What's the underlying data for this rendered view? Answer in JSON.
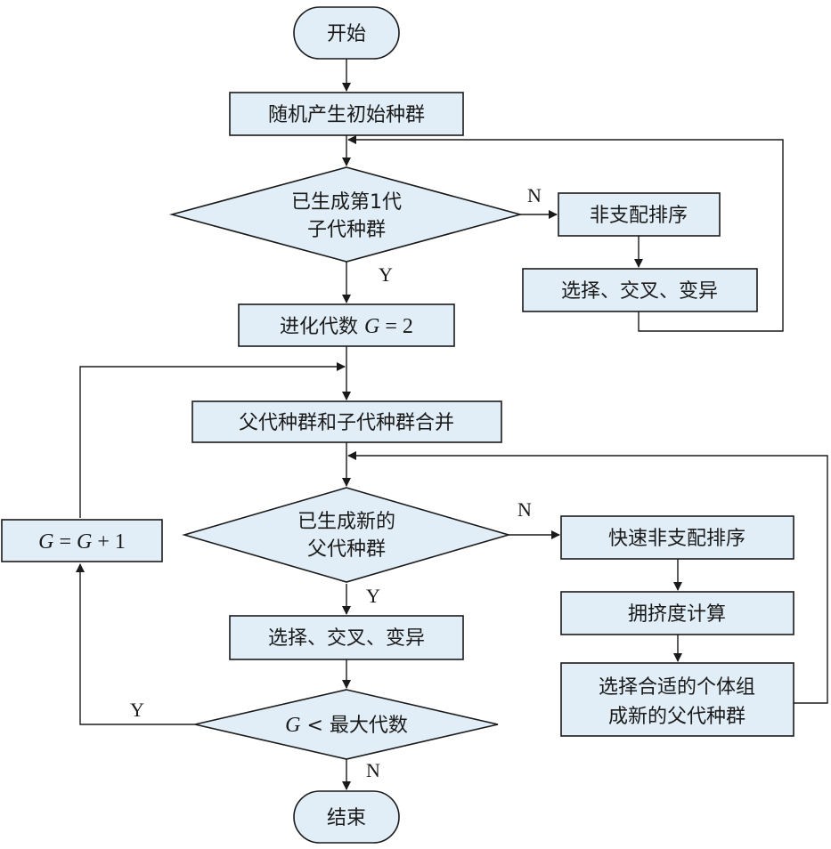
{
  "nodes": {
    "start": "开始",
    "init_population": "随机产生初始种群",
    "check_first_gen": [
      "已生成第1代",
      "子代种群"
    ],
    "nondominated_sort": "非支配排序",
    "select_cross_mutate_1": "选择、交叉、变异",
    "evolution_gen": {
      "prefix": "进化代数 ",
      "var": "G",
      "suffix": " = 2"
    },
    "merge_populations": "父代种群和子代种群合并",
    "check_new_parent": [
      "已生成新的",
      "父代种群"
    ],
    "fast_nondominated_sort": "快速非支配排序",
    "crowding_distance": "拥挤度计算",
    "select_new_parent": [
      "选择合适的个体组",
      "成新的父代种群"
    ],
    "select_cross_mutate_2": "选择、交叉、变异",
    "gen_increment": {
      "var1": "G",
      "mid": " = ",
      "var2": "G",
      "suffix": " + 1"
    },
    "max_gen_check": {
      "var": "G",
      "suffix": " < 最大代数"
    },
    "end": "结束"
  },
  "edge_labels": {
    "first_gen_no": "N",
    "first_gen_yes": "Y",
    "new_parent_no": "N",
    "new_parent_yes": "Y",
    "max_gen_yes": "Y",
    "max_gen_no": "N"
  },
  "colors": {
    "node_fill": "#e1eef7",
    "stroke": "#1a1a1a"
  }
}
